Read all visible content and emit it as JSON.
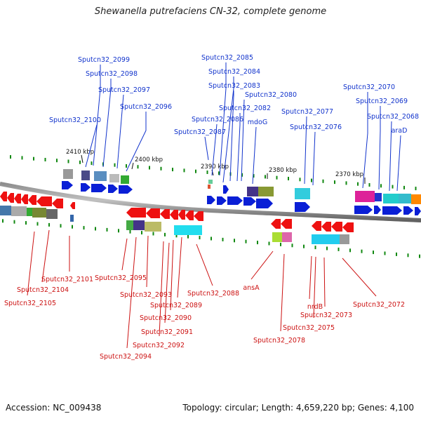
{
  "title": "Shewanella putrefaciens CN-32, complete genome",
  "footer": {
    "accession": "Accession: NC_009438",
    "topology": "Topology: circular; Length: 4,659,220 bp; Genes: 4,100"
  },
  "scale_labels": [
    "2410 kbp",
    "2400 kbp",
    "2390 kbp",
    "2380 kbp",
    "2370 kbp"
  ],
  "forward_genes": [
    "Sputcn32_2099",
    "Sputcn32_2098",
    "Sputcn32_2097",
    "Sputcn32_2096",
    "Sputcn32_2100",
    "Sputcn32_2085",
    "Sputcn32_2084",
    "Sputcn32_2083",
    "Sputcn32_2080",
    "Sputcn32_2082",
    "Sputcn32_2086",
    "mdoG",
    "Sputcn32_2087",
    "Sputcn32_2077",
    "Sputcn32_2076",
    "Sputcn32_2070",
    "Sputcn32_2069",
    "Sputcn32_2068",
    "araD"
  ],
  "reverse_genes": [
    "Sputcn32_2101",
    "Sputcn32_2104",
    "Sputcn32_2105",
    "Sputcn32_2095",
    "Sputcn32_2093",
    "Sputcn32_2089",
    "Sputcn32_2090",
    "Sputcn32_2091",
    "Sputcn32_2092",
    "Sputcn32_2094",
    "Sputcn32_2088",
    "ansA",
    "Sputcn32_2078",
    "nrdB",
    "Sputcn32_2073",
    "Sputcn32_2075",
    "Sputcn32_2072"
  ],
  "colors": {
    "forward": "#0000cc",
    "reverse": "#dd0000",
    "ticks": "#118811"
  }
}
